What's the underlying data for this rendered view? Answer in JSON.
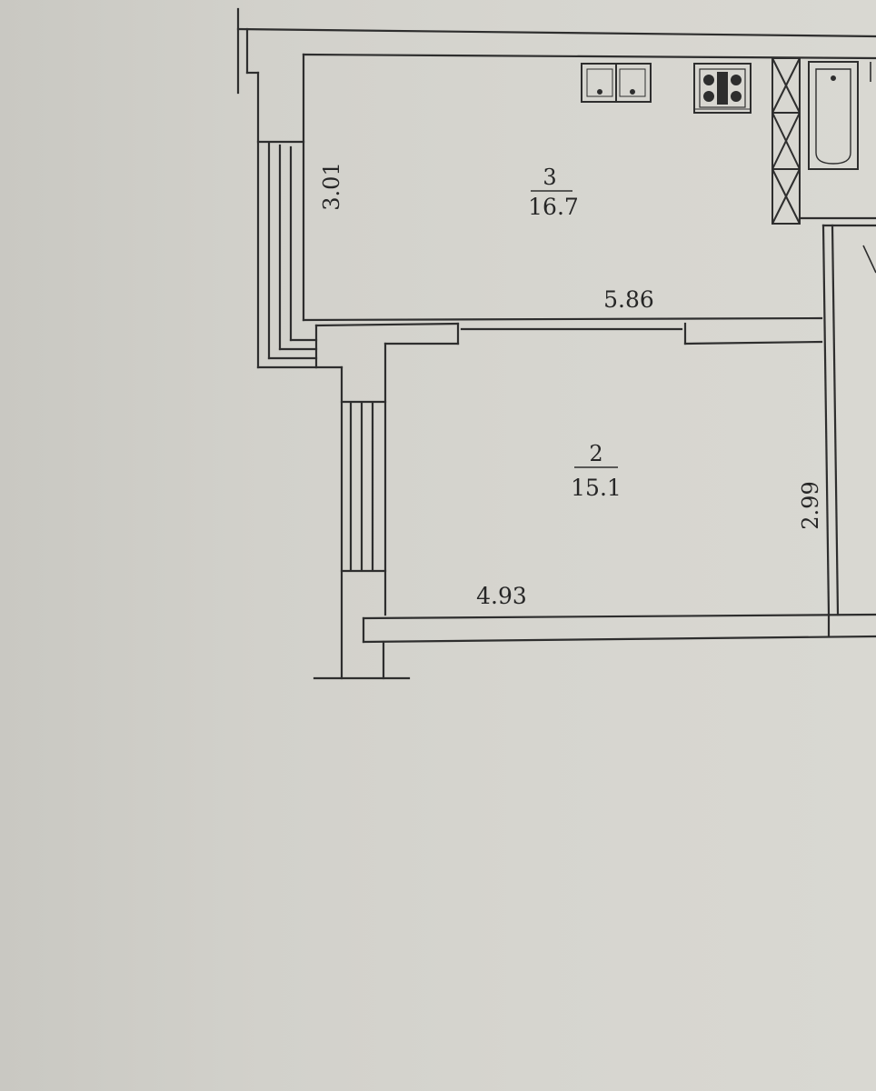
{
  "rooms": [
    {
      "number": "3",
      "area": "16.7"
    },
    {
      "number": "2",
      "area": "15.1"
    }
  ],
  "dimensions": {
    "kitchen_height": "3.01",
    "kitchen_width": "5.86",
    "room_width": "4.93",
    "room_height": "2.99"
  },
  "colors": {
    "paper": "#d3d2cc",
    "ink": "#2a2a2a"
  }
}
